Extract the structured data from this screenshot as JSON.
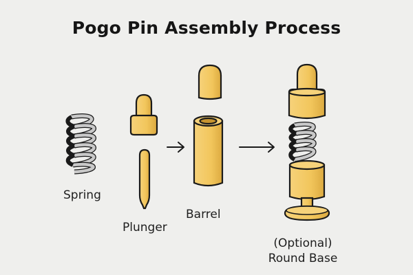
{
  "diagram": {
    "title": "Pogo Pin Assembly Process",
    "labels": {
      "spring": "Spring",
      "plunger": "Plunger",
      "barrel": "Barrel",
      "base_line1": "(Optional)",
      "base_line2": "Round Base"
    },
    "colors": {
      "brass": "#f2c65c",
      "brass_shadow": "#d9a63a",
      "spring": "#c9c9c9",
      "outline": "#1a1a1a",
      "background": "#efefed"
    }
  }
}
